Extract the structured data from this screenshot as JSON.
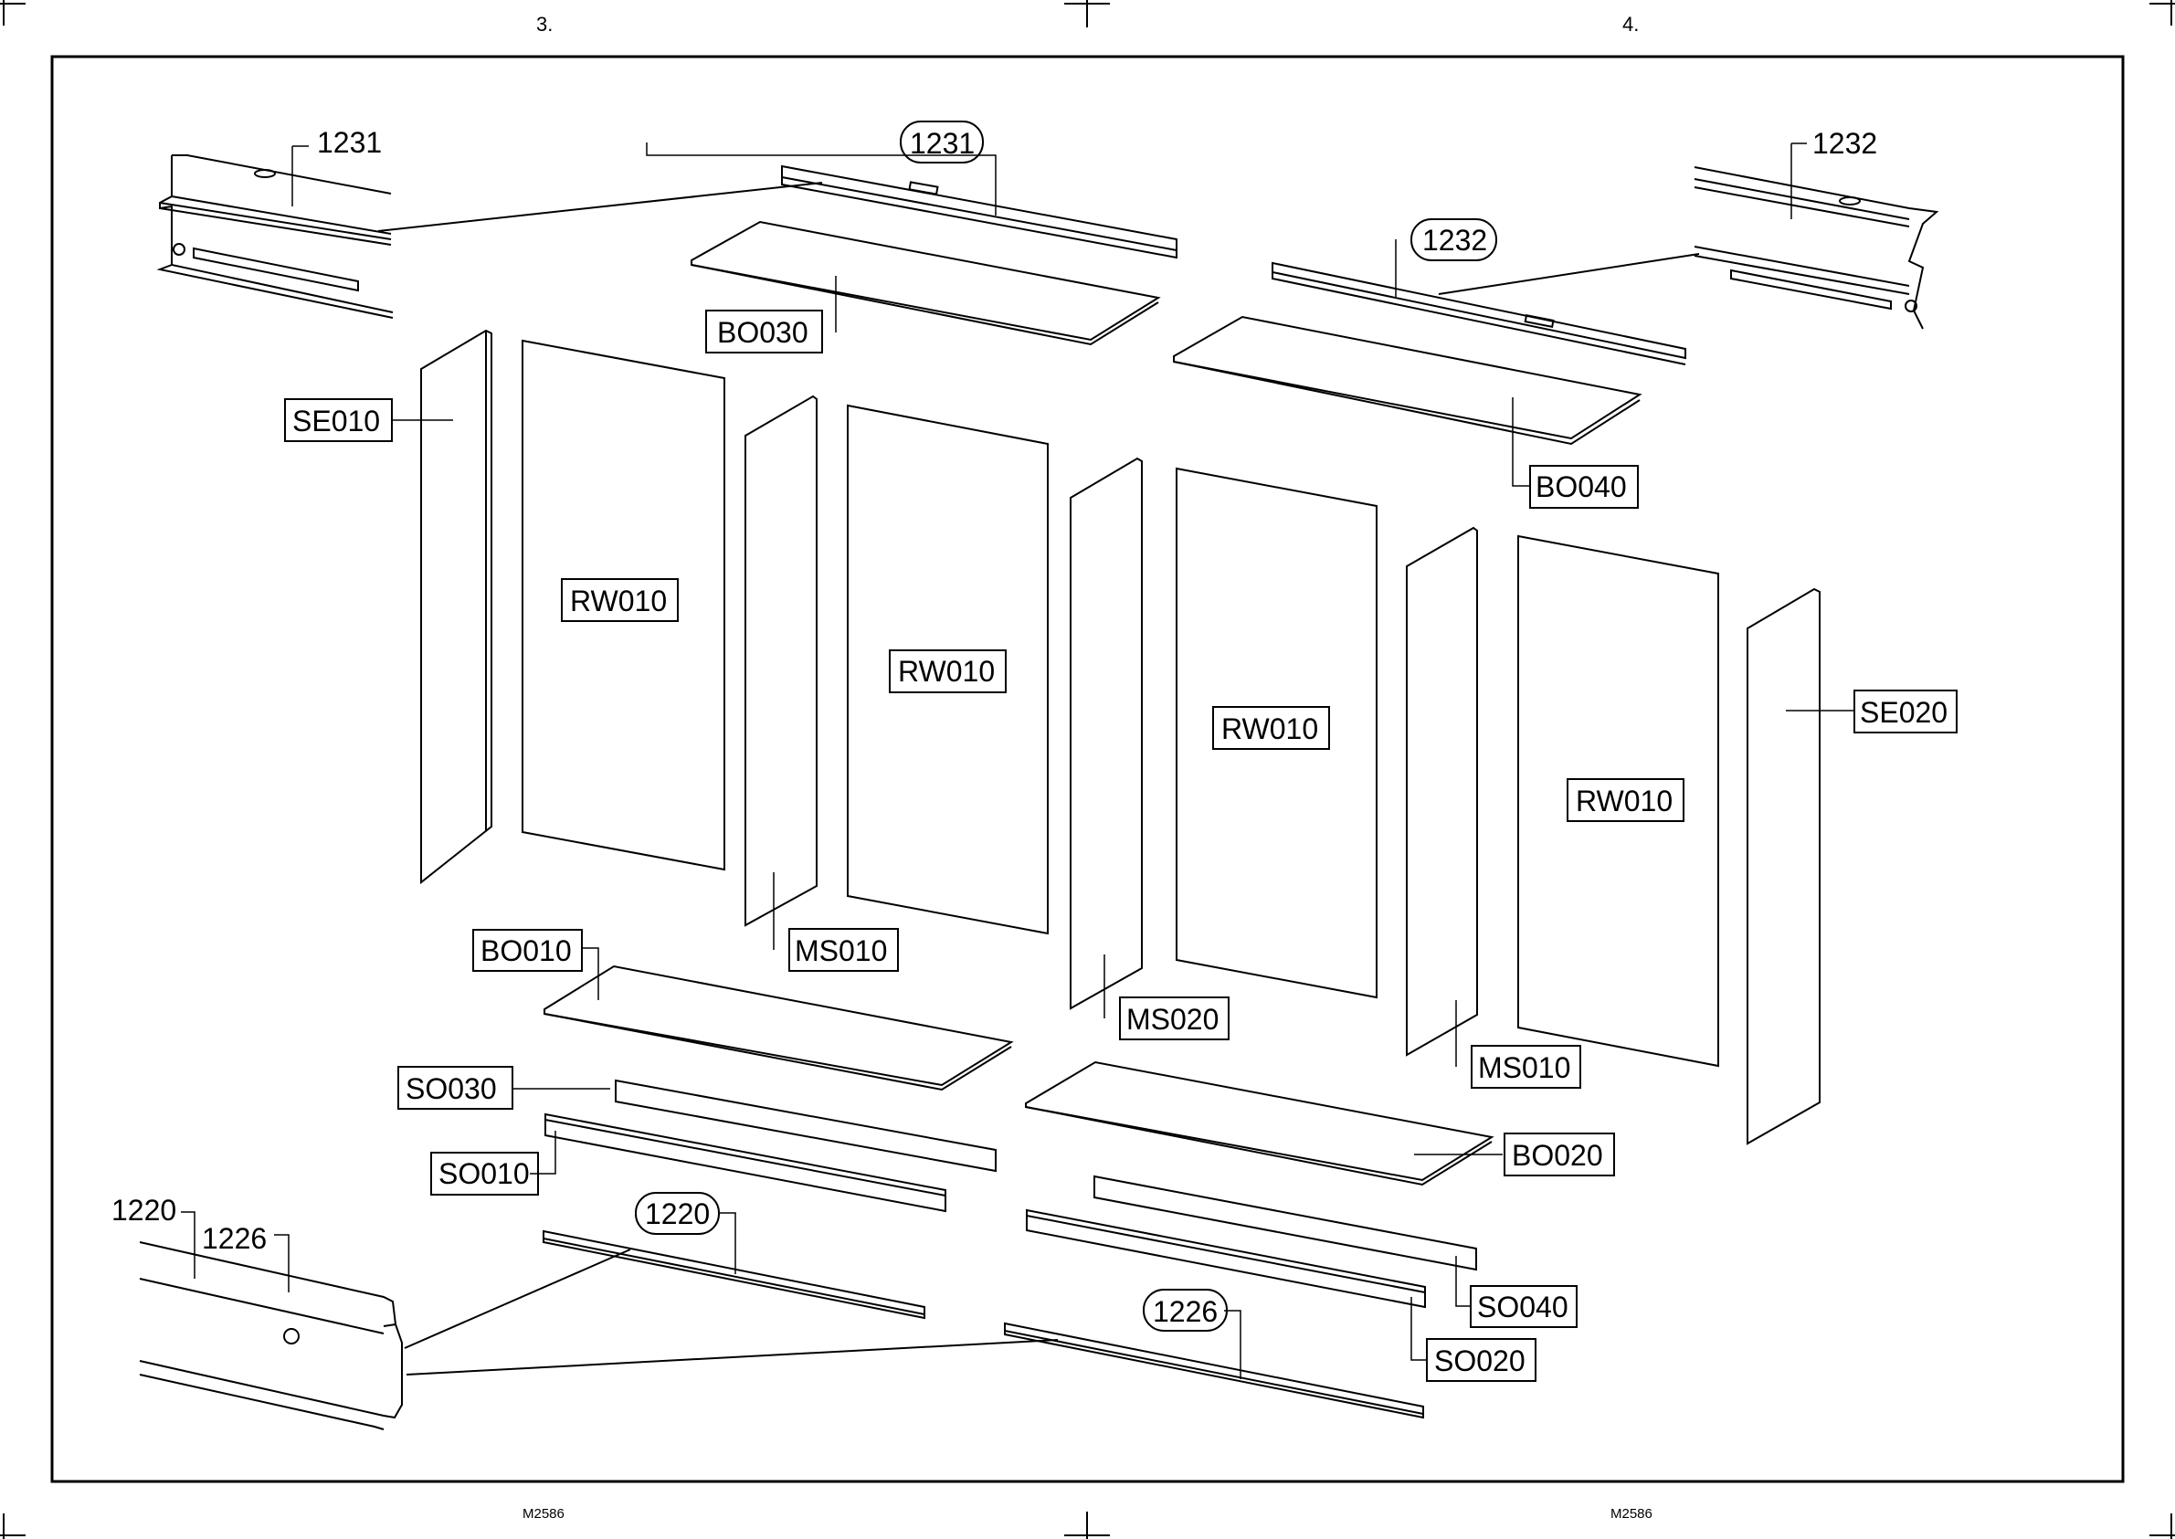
{
  "header": {
    "left_page": "3.",
    "right_page": "4."
  },
  "footer": {
    "left_code": "M2586",
    "right_code": "M2586"
  },
  "labels": {
    "top_rail_left_detail": "1231",
    "top_rail_left": "1231",
    "top_rail_right": "1232",
    "top_rail_right_detail": "1232",
    "bo030": "BO030",
    "bo040": "BO040",
    "se010": "SE010",
    "se020": "SE020",
    "rw010_1": "RW010",
    "rw010_2": "RW010",
    "rw010_3": "RW010",
    "rw010_4": "RW010",
    "ms010_left": "MS010",
    "ms020": "MS020",
    "ms010_right": "MS010",
    "bo010": "BO010",
    "bo020": "BO020",
    "so030": "SO030",
    "so010": "SO010",
    "so040": "SO040",
    "so020": "SO020",
    "bottom_rail_detail_1220": "1220",
    "bottom_rail_detail_1226": "1226",
    "bottom_rail_1220": "1220",
    "bottom_rail_1226": "1226"
  }
}
